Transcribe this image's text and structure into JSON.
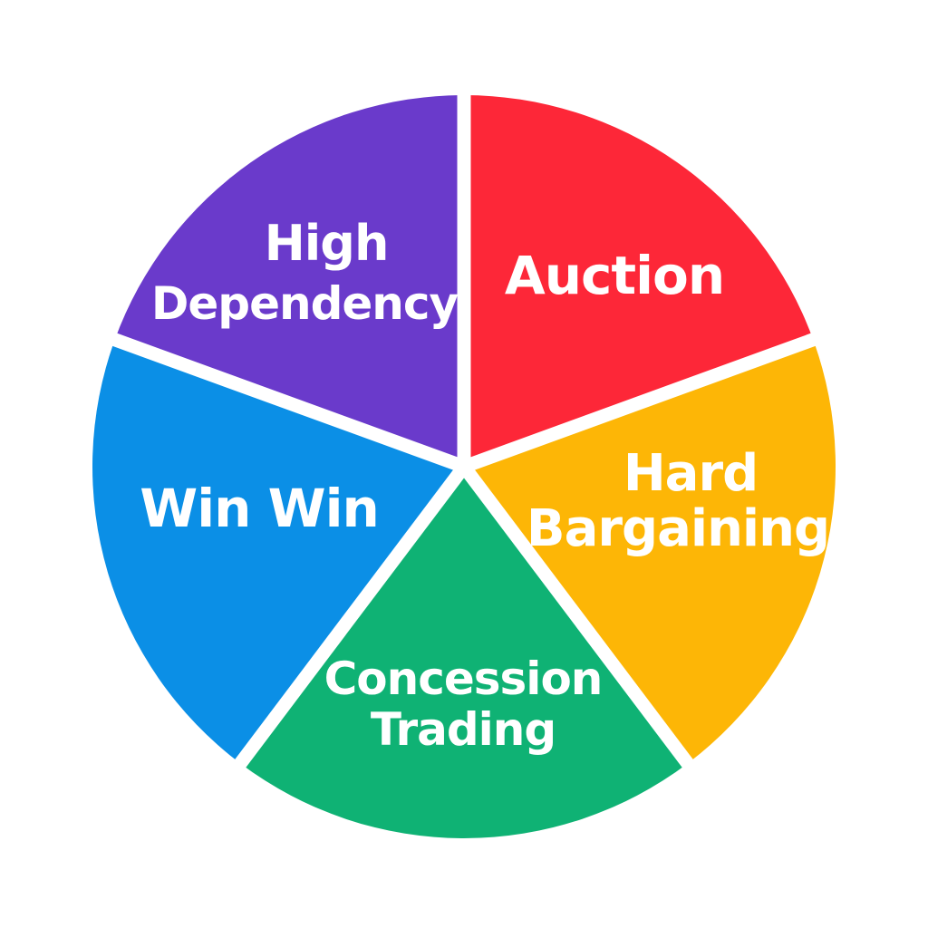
{
  "chart_data": {
    "type": "pie",
    "title": "",
    "categories": [
      "Auction",
      "Hard Bargaining",
      "Concession Trading",
      "Win Win",
      "High Dependency"
    ],
    "values": [
      20,
      20,
      20,
      20,
      20
    ],
    "colors": [
      "#fd2738",
      "#fdb606",
      "#0fb274",
      "#0b8fe6",
      "#6a3acb"
    ],
    "labels_on_slices": true,
    "legend": "none",
    "start_angle_deg": 0,
    "direction": "clockwise"
  },
  "slices": [
    {
      "line1": "Auction",
      "line2": "",
      "color": "#fd2738"
    },
    {
      "line1": "Hard",
      "line2": "Bargaining",
      "color": "#fdb606"
    },
    {
      "line1": "Concession",
      "line2": "Trading",
      "color": "#0fb274"
    },
    {
      "line1": "Win Win",
      "line2": "",
      "color": "#0b8fe6"
    },
    {
      "line1": "High",
      "line2": "Dependency",
      "color": "#6a3acb"
    }
  ]
}
